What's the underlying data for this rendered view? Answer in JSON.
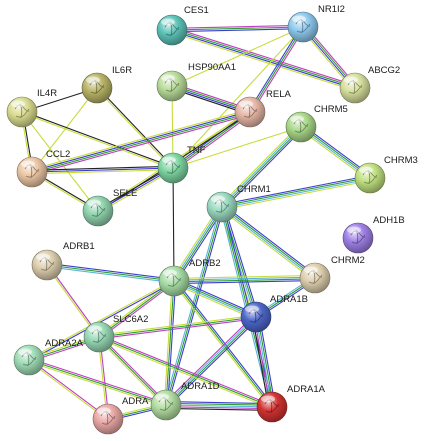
{
  "network": {
    "nodes": [
      {
        "id": "CES1",
        "label": "CES1",
        "color": "#5cc3b8"
      },
      {
        "id": "NR1I2",
        "label": "NR1I2",
        "color": "#8ec9ee"
      },
      {
        "id": "IL6R",
        "label": "IL6R",
        "color": "#b8b467"
      },
      {
        "id": "HSP90AA1",
        "label": "HSP90AA1",
        "color": "#b9dc9a"
      },
      {
        "id": "ABCG2",
        "label": "ABCG2",
        "color": "#d7df9d"
      },
      {
        "id": "IL4R",
        "label": "IL4R",
        "color": "#d9dc8f"
      },
      {
        "id": "RELA",
        "label": "RELA",
        "color": "#e6b7a6"
      },
      {
        "id": "CHRM5",
        "label": "CHRM5",
        "color": "#a9d889"
      },
      {
        "id": "CCL2",
        "label": "CCL2",
        "color": "#ecc6a4"
      },
      {
        "id": "TNF",
        "label": "TNF",
        "color": "#7ed6a2"
      },
      {
        "id": "CHRM3",
        "label": "CHRM3",
        "color": "#bfe07e"
      },
      {
        "id": "SELE",
        "label": "SELE",
        "color": "#8fd3ad"
      },
      {
        "id": "CHRM1",
        "label": "CHRM1",
        "color": "#9ad9c0"
      },
      {
        "id": "ADH1B",
        "label": "ADH1B",
        "color": "#9f80e6"
      },
      {
        "id": "ADRB1",
        "label": "ADRB1",
        "color": "#dccdad"
      },
      {
        "id": "ADRB2",
        "label": "ADRB2",
        "color": "#a6dca4"
      },
      {
        "id": "CHRM2",
        "label": "CHRM2",
        "color": "#ddcfae"
      },
      {
        "id": "ADRA1B",
        "label": "ADRA1B",
        "color": "#4d66c8"
      },
      {
        "id": "SLC6A2",
        "label": "SLC6A2",
        "color": "#96d8b4"
      },
      {
        "id": "ADRA2A",
        "label": "ADRA2A",
        "color": "#9fdcb5"
      },
      {
        "id": "ADRA1D",
        "label": "ADRA1D",
        "color": "#b2dca0"
      },
      {
        "id": "ADRA",
        "label": "ADRA",
        "color": "#e8a7a5"
      },
      {
        "id": "ADRA1A",
        "label": "ADRA1A",
        "color": "#d23232"
      }
    ],
    "edges": [
      {
        "source": "CES1",
        "target": "NR1I2",
        "colors": [
          "#c03ec0",
          "#2e9d2e",
          "#3c3cd4"
        ]
      },
      {
        "source": "CES1",
        "target": "ABCG2",
        "colors": [
          "#c03ec0",
          "#2e9d2e",
          "#3c3cd4",
          "#c8dc3c"
        ]
      },
      {
        "source": "NR1I2",
        "target": "ABCG2",
        "colors": [
          "#c03ec0",
          "#2e9d2e",
          "#3c3cd4",
          "#c8dc3c"
        ]
      },
      {
        "source": "NR1I2",
        "target": "HSP90AA1",
        "colors": [
          "#c8dc3c"
        ]
      },
      {
        "source": "NR1I2",
        "target": "RELA",
        "colors": [
          "#c03ec0",
          "#2e9d2e",
          "#3c3cd4"
        ]
      },
      {
        "source": "NR1I2",
        "target": "TNF",
        "colors": [
          "#c8dc3c"
        ]
      },
      {
        "source": "HSP90AA1",
        "target": "RELA",
        "colors": [
          "#c03ec0",
          "#2e9d2e",
          "#3c3cd4",
          "#222222"
        ]
      },
      {
        "source": "HSP90AA1",
        "target": "TNF",
        "colors": [
          "#c8dc3c"
        ]
      },
      {
        "source": "IL6R",
        "target": "TNF",
        "colors": [
          "#222222",
          "#c8dc3c"
        ]
      },
      {
        "source": "IL6R",
        "target": "CCL2",
        "colors": [
          "#c8dc3c"
        ]
      },
      {
        "source": "IL6R",
        "target": "IL4R",
        "colors": [
          "#222222"
        ]
      },
      {
        "source": "IL4R",
        "target": "CCL2",
        "colors": [
          "#222222",
          "#c8dc3c"
        ]
      },
      {
        "source": "IL4R",
        "target": "TNF",
        "colors": [
          "#222222",
          "#c8dc3c"
        ]
      },
      {
        "source": "IL4R",
        "target": "SELE",
        "colors": [
          "#c8dc3c"
        ]
      },
      {
        "source": "RELA",
        "target": "TNF",
        "colors": [
          "#c03ec0",
          "#2e9d2e",
          "#3c3cd4",
          "#c8dc3c"
        ]
      },
      {
        "source": "RELA",
        "target": "CCL2",
        "colors": [
          "#c03ec0",
          "#2e9d2e",
          "#3c3cd4",
          "#c8dc3c"
        ]
      },
      {
        "source": "RELA",
        "target": "SELE",
        "colors": [
          "#222222",
          "#c8dc3c"
        ]
      },
      {
        "source": "CCL2",
        "target": "TNF",
        "colors": [
          "#222222",
          "#3c3cd4",
          "#c8dc3c"
        ]
      },
      {
        "source": "CCL2",
        "target": "SELE",
        "colors": [
          "#222222",
          "#c8dc3c"
        ]
      },
      {
        "source": "SELE",
        "target": "TNF",
        "colors": [
          "#222222",
          "#3c3cd4",
          "#c8dc3c"
        ]
      },
      {
        "source": "TNF",
        "target": "ADRB2",
        "colors": [
          "#222222"
        ]
      },
      {
        "source": "TNF",
        "target": "CHRM5",
        "colors": [
          "#c8dc3c"
        ]
      },
      {
        "source": "CHRM5",
        "target": "CHRM1",
        "colors": [
          "#3c3cd4",
          "#2e9d2e",
          "#5ab4e0",
          "#c8dc3c"
        ]
      },
      {
        "source": "CHRM5",
        "target": "CHRM3",
        "colors": [
          "#3c3cd4",
          "#2e9d2e",
          "#5ab4e0",
          "#c8dc3c"
        ]
      },
      {
        "source": "CHRM1",
        "target": "CHRM3",
        "colors": [
          "#3c3cd4",
          "#2e9d2e",
          "#5ab4e0",
          "#c8dc3c"
        ]
      },
      {
        "source": "CHRM1",
        "target": "CHRM2",
        "colors": [
          "#3c3cd4",
          "#2e9d2e",
          "#5ab4e0",
          "#c8dc3c"
        ]
      },
      {
        "source": "CHRM1",
        "target": "ADRB2",
        "colors": [
          "#3c3cd4",
          "#2e9d2e",
          "#5ab4e0",
          "#c8dc3c"
        ]
      },
      {
        "source": "CHRM1",
        "target": "ADRA1B",
        "colors": [
          "#3c3cd4",
          "#2e9d2e",
          "#5ab4e0",
          "#c8dc3c"
        ]
      },
      {
        "source": "CHRM1",
        "target": "ADRA1A",
        "colors": [
          "#3c3cd4",
          "#2e9d2e",
          "#5ab4e0"
        ]
      },
      {
        "source": "CHRM1",
        "target": "ADRA1D",
        "colors": [
          "#3c3cd4",
          "#2e9d2e",
          "#5ab4e0"
        ]
      },
      {
        "source": "CHRM2",
        "target": "ADRB2",
        "colors": [
          "#3c3cd4",
          "#2e9d2e",
          "#5ab4e0",
          "#c8dc3c"
        ]
      },
      {
        "source": "CHRM2",
        "target": "ADRA1B",
        "colors": [
          "#3c3cd4",
          "#2e9d2e",
          "#5ab4e0"
        ]
      },
      {
        "source": "ADRB1",
        "target": "ADRB2",
        "colors": [
          "#3c3cd4",
          "#2e9d2e",
          "#5ab4e0"
        ]
      },
      {
        "source": "ADRB1",
        "target": "SLC6A2",
        "colors": [
          "#c03ec0",
          "#c8dc3c"
        ]
      },
      {
        "source": "ADRB2",
        "target": "ADRA1B",
        "colors": [
          "#3c3cd4",
          "#2e9d2e",
          "#5ab4e0",
          "#c8dc3c"
        ]
      },
      {
        "source": "ADRB2",
        "target": "SLC6A2",
        "colors": [
          "#c03ec0",
          "#2e9d2e",
          "#c8dc3c"
        ]
      },
      {
        "source": "ADRB2",
        "target": "ADRA1D",
        "colors": [
          "#3c3cd4",
          "#2e9d2e",
          "#c8dc3c"
        ]
      },
      {
        "source": "ADRB2",
        "target": "ADRA1A",
        "colors": [
          "#3c3cd4",
          "#2e9d2e",
          "#c8dc3c"
        ]
      },
      {
        "source": "ADRB2",
        "target": "ADRA2A",
        "colors": [
          "#3c3cd4",
          "#c8dc3c"
        ]
      },
      {
        "source": "ADRA1B",
        "target": "ADRA1A",
        "colors": [
          "#3c3cd4",
          "#2e9d2e",
          "#5ab4e0",
          "#c03ec0",
          "#222222"
        ]
      },
      {
        "source": "ADRA1B",
        "target": "ADRA1D",
        "colors": [
          "#3c3cd4",
          "#2e9d2e",
          "#5ab4e0",
          "#c03ec0"
        ]
      },
      {
        "source": "ADRA1B",
        "target": "SLC6A2",
        "colors": [
          "#c03ec0",
          "#2e9d2e",
          "#c8dc3c"
        ]
      },
      {
        "source": "SLC6A2",
        "target": "ADRA2A",
        "colors": [
          "#c03ec0",
          "#2e9d2e",
          "#c8dc3c"
        ]
      },
      {
        "source": "SLC6A2",
        "target": "ADRA1D",
        "colors": [
          "#c03ec0",
          "#2e9d2e",
          "#c8dc3c"
        ]
      },
      {
        "source": "SLC6A2",
        "target": "ADRA1A",
        "colors": [
          "#c03ec0",
          "#2e9d2e",
          "#c8dc3c"
        ]
      },
      {
        "source": "SLC6A2",
        "target": "ADRA",
        "colors": [
          "#c03ec0",
          "#c8dc3c"
        ]
      },
      {
        "source": "ADRA2A",
        "target": "ADRA1D",
        "colors": [
          "#c03ec0",
          "#2e9d2e",
          "#c8dc3c"
        ]
      },
      {
        "source": "ADRA2A",
        "target": "ADRA",
        "colors": [
          "#c03ec0",
          "#c8dc3c"
        ]
      },
      {
        "source": "ADRA1D",
        "target": "ADRA1A",
        "colors": [
          "#3c3cd4",
          "#2e9d2e",
          "#5ab4e0",
          "#c03ec0",
          "#222222"
        ]
      },
      {
        "source": "ADRA1D",
        "target": "ADRA",
        "colors": [
          "#3c3cd4",
          "#2e9d2e",
          "#c8dc3c"
        ]
      }
    ]
  }
}
